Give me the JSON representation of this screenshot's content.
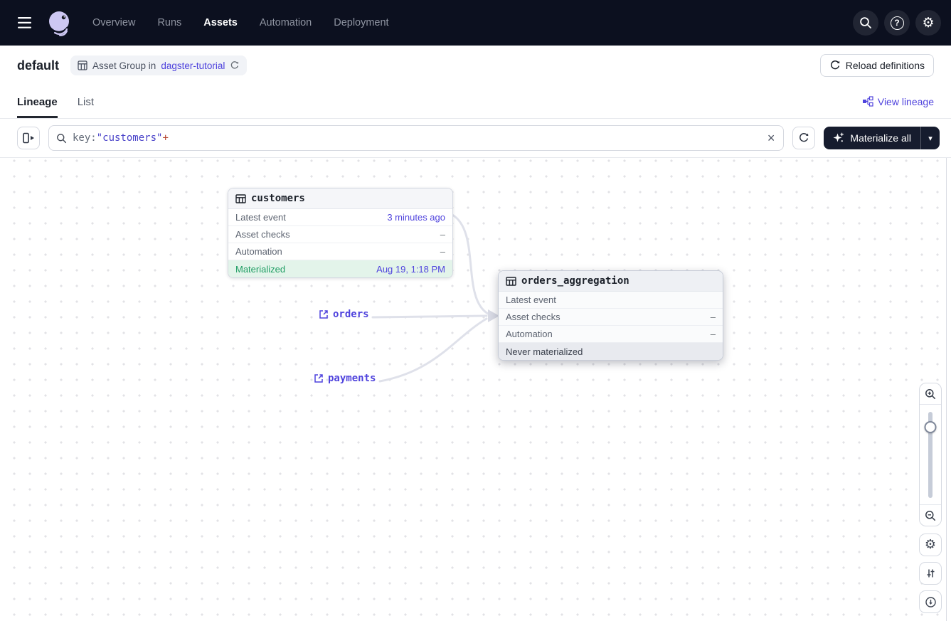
{
  "colors": {
    "accent": "#4f43dd",
    "query_key": "#636b78",
    "query_value": "#4a43c9",
    "query_op": "#b5442f",
    "materialized_green": "#1f9d63",
    "materialized_bg": "#e3f4ea",
    "nav_bg": "#0c101f",
    "edge": "#dfe1ea"
  },
  "nav": {
    "items": [
      {
        "label": "Overview",
        "active": false
      },
      {
        "label": "Runs",
        "active": false
      },
      {
        "label": "Assets",
        "active": true
      },
      {
        "label": "Automation",
        "active": false
      },
      {
        "label": "Deployment",
        "active": false
      }
    ]
  },
  "header": {
    "title": "default",
    "badge_text": "Asset Group in",
    "badge_link": "dagster-tutorial",
    "reload_label": "Reload definitions"
  },
  "tabs": {
    "lineage": "Lineage",
    "list": "List",
    "view_lineage": "View lineage"
  },
  "toolbar": {
    "query_key": "key:",
    "query_value": "\"customers\"",
    "query_op": "+",
    "materialize_label": "Materialize all"
  },
  "graph": {
    "nodes": [
      {
        "name": "customers",
        "rows": [
          {
            "label": "Latest event",
            "value": "3 minutes ago"
          },
          {
            "label": "Asset checks",
            "value": "–"
          },
          {
            "label": "Automation",
            "value": "–"
          }
        ],
        "status_label": "Materialized",
        "status_value": "Aug 19, 1:18 PM"
      },
      {
        "name": "orders_aggregation",
        "rows": [
          {
            "label": "Latest event",
            "value": ""
          },
          {
            "label": "Asset checks",
            "value": "–"
          },
          {
            "label": "Automation",
            "value": "–"
          }
        ],
        "status_label": "Never materialized",
        "status_value": ""
      }
    ],
    "external_assets": [
      {
        "name": "orders"
      },
      {
        "name": "payments"
      }
    ]
  },
  "icons": {
    "help": "?",
    "gear": "⚙",
    "caret_down": "▾",
    "clear": "×"
  }
}
